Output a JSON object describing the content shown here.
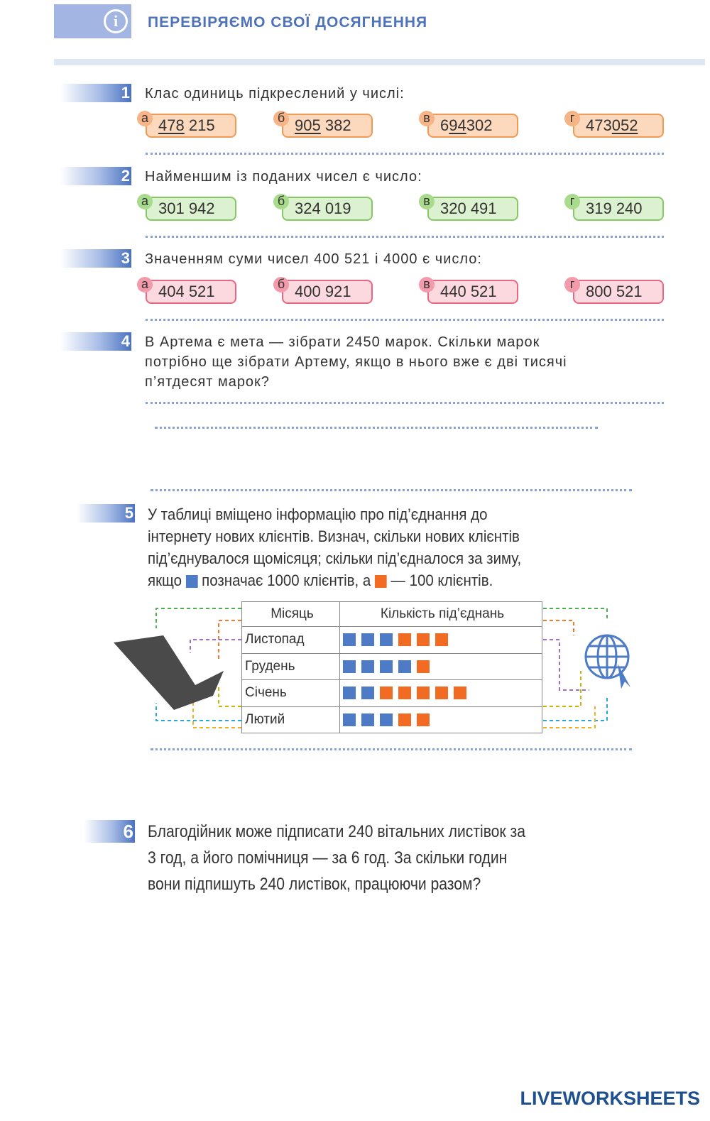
{
  "header": {
    "title": "ПЕРЕВІРЯЄМО СВОЇ ДОСЯГНЕННЯ",
    "icon": "info-icon"
  },
  "questions": [
    {
      "number": "1",
      "text": "Клас одиниць підкреслений у числі:",
      "options": [
        {
          "letter": "а",
          "under": "478",
          "rest": "215",
          "pre": ""
        },
        {
          "letter": "б",
          "under": "905",
          "rest": "382",
          "pre": ""
        },
        {
          "letter": "в",
          "pre": "6",
          "under": "94",
          "rest": "302"
        },
        {
          "letter": "г",
          "pre": "473",
          "under": "052",
          "rest": ""
        }
      ]
    },
    {
      "number": "2",
      "text": "Найменшим із поданих чисел є число:",
      "options": [
        {
          "letter": "а",
          "value": "301 942"
        },
        {
          "letter": "б",
          "value": "324 019"
        },
        {
          "letter": "в",
          "value": "320 491"
        },
        {
          "letter": "г",
          "value": "319 240"
        }
      ]
    },
    {
      "number": "3",
      "text": "Значенням суми чисел 400 521 і 4000 є число:",
      "options": [
        {
          "letter": "а",
          "value": "404 521"
        },
        {
          "letter": "б",
          "value": "400 921"
        },
        {
          "letter": "в",
          "value": "440 521"
        },
        {
          "letter": "г",
          "value": "800 521"
        }
      ]
    },
    {
      "number": "4",
      "lines": [
        "В Артема є мета — зібрати 2450 марок. Скільки марок",
        "потрібно ще зібрати Артему, якщо в нього вже є дві тисячі",
        "п’ятдесят марок?"
      ]
    },
    {
      "number": "5",
      "lines": [
        "У таблиці вміщено інформацію про під’єднання до",
        "інтернету нових клієнтів. Визнач, скільки нових клієнтів",
        "під’єднувалося щомісяця; скільки під’єдналося за зиму,"
      ],
      "last_a": "якщо",
      "last_b": "позначає 1000 клієнтів, а",
      "last_c": "— 100 клієнтів."
    },
    {
      "number": "6",
      "lines": [
        "Благодійник може підписати 240 вітальних листівок за",
        "3 год, а його помічниця — за 6 год. За скільки годин",
        "вони підпишуть 240 листівок, працюючи разом?"
      ]
    }
  ],
  "table": {
    "headers": [
      "Місяць",
      "Кількість під’єднань"
    ],
    "rows": [
      {
        "month": "Листопад",
        "thousands": 3,
        "hundreds": 3
      },
      {
        "month": "Грудень",
        "thousands": 4,
        "hundreds": 1
      },
      {
        "month": "Січень",
        "thousands": 2,
        "hundreds": 5
      },
      {
        "month": "Лютий",
        "thousands": 3,
        "hundreds": 2
      }
    ],
    "colors": {
      "thousand": "#4d7bc6",
      "hundred": "#f26b22"
    }
  },
  "footer": {
    "logo": "LIVEWORKSHEETS"
  }
}
